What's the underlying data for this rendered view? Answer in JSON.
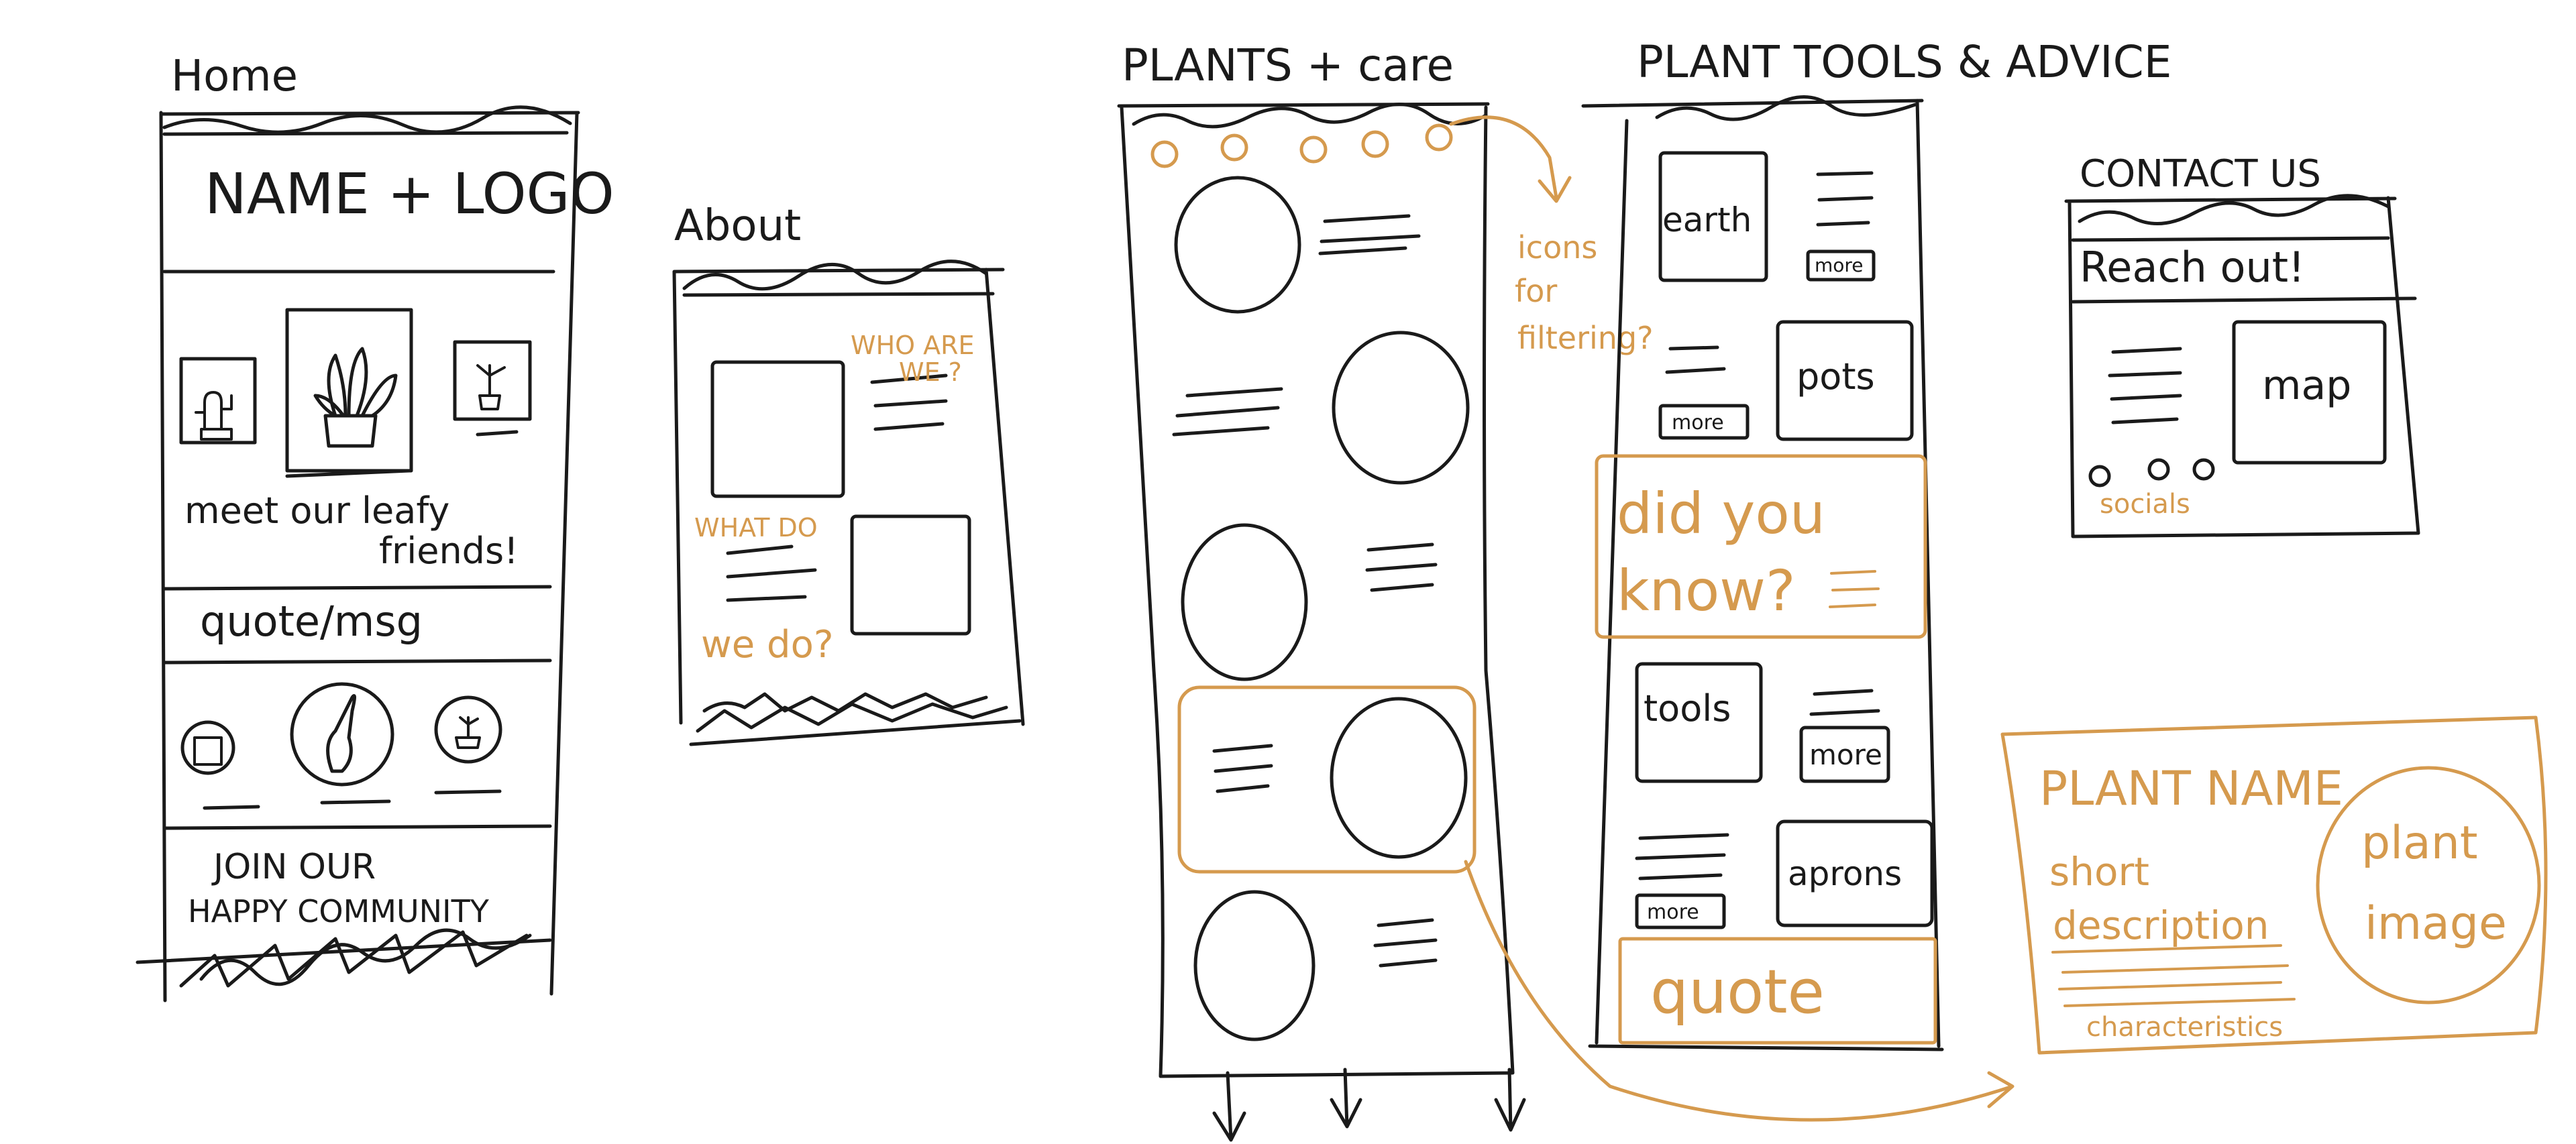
{
  "colors": {
    "ink": "#1a1a1a",
    "accent": "#d59a4e",
    "paper": "#ffffff"
  },
  "home": {
    "title": "Home",
    "header": "NAME + LOGO",
    "tagline_1": "meet our leafy",
    "tagline_2": "friends!",
    "quote": "quote/msg",
    "join_1": "JOIN   OUR",
    "join_2": "HAPPY  COMMUNITY"
  },
  "about": {
    "title": "About",
    "who_1": "WHO ARE",
    "who_2": "WE ?",
    "what_1": "WHAT DO",
    "what_2": "we do?"
  },
  "plants": {
    "title": "PLANTS + care",
    "filter_1": "icons",
    "filter_2": "for",
    "filter_3": "filtering?"
  },
  "tools": {
    "title": "PLANT TOOLS & ADVICE",
    "earth": "earth",
    "pots": "pots",
    "tools": "tools",
    "aprons": "aprons",
    "more": "more",
    "did_1": "did you",
    "did_2": "know?",
    "quote": "quote"
  },
  "contact": {
    "title": "CONTACT US",
    "reach": "Reach out!",
    "map": "map",
    "socials": "socials"
  },
  "card": {
    "name": "PLANT NAME",
    "desc_1": "short",
    "desc_2": "description",
    "chars": "characteristics",
    "image_1": "plant",
    "image_2": "image"
  }
}
